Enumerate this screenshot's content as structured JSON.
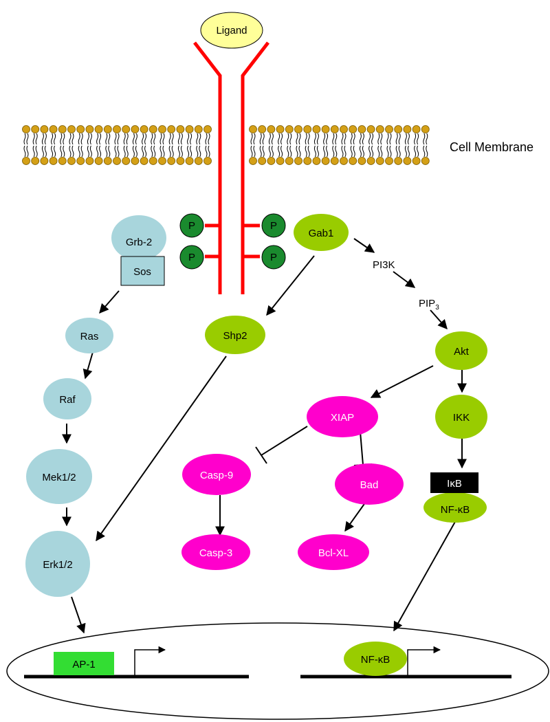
{
  "labels": {
    "ligand": "Ligand",
    "cell_membrane": "Cell Membrane",
    "phospho": "P",
    "grb2": "Grb-2",
    "sos": "Sos",
    "gab1": "Gab1",
    "pi3k": "PI3K",
    "pip3_base": "PIP",
    "pip3_sub": "3",
    "shp2": "Shp2",
    "akt": "Akt",
    "ras": "Ras",
    "raf": "Raf",
    "mek": "Mek1/2",
    "erk": "Erk1/2",
    "xiap": "XIAP",
    "ikk": "IKK",
    "casp9": "Casp-9",
    "bad": "Bad",
    "casp3": "Casp-3",
    "bclxl": "Bcl-XL",
    "ikb": "IκB",
    "nfkb": "NF-κB",
    "ap1": "AP-1",
    "nfkb_nuclear": "NF-κB"
  },
  "colors": {
    "receptor": "#ff0000",
    "ligand": "#ffff99",
    "membrane_head": "#d4a017",
    "phospho": "#1a8a2e",
    "blue_protein": "#a8d5dc",
    "green_protein": "#99cc00",
    "magenta_protein": "#ff00cc",
    "ap1_box": "#33dd33",
    "ikb_box": "#000000"
  }
}
